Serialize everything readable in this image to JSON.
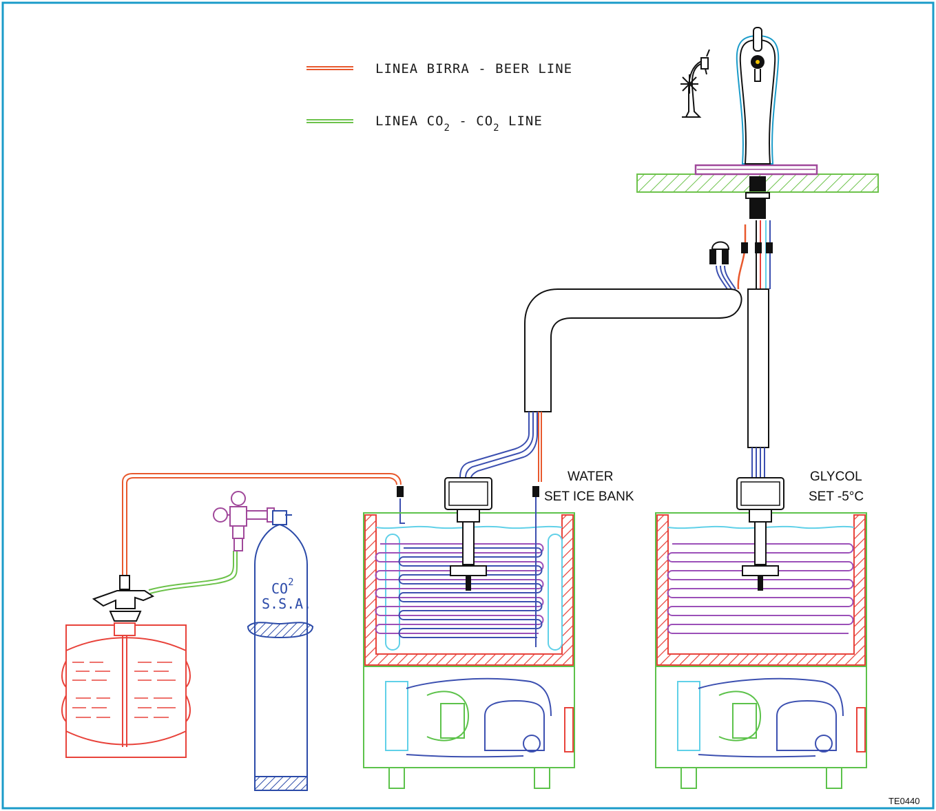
{
  "legend": {
    "beer_line": {
      "text": "LINEA BIRRA - BEER LINE",
      "color": "#e8582c"
    },
    "co2_line": {
      "prefix": "LINEA CO",
      "sub1": "2",
      "middle": " - CO",
      "sub2": "2",
      "suffix": " LINE",
      "color": "#6cc24a"
    }
  },
  "cylinder": {
    "line1": "CO",
    "sup": "2",
    "line2": "S.S.A."
  },
  "cooler_water": {
    "line1": "WATER",
    "line2": "SET ICE BANK"
  },
  "cooler_glycol": {
    "line1": "GLYCOL",
    "line2": "SET -5°C"
  },
  "drawing_code": "TE0440",
  "colors": {
    "frame": "#1a9bc9",
    "beer": "#e8582c",
    "co2": "#6cc24a",
    "keg": "#e8423a",
    "cylinder": "#2b4aa8",
    "coil_blue": "#3b4fb0",
    "coil_purple": "#9b4fb8",
    "water": "#5fd0e8",
    "regulator": "#a0489a",
    "cooler_green": "#5cc24a",
    "hatch_red": "#e8423a"
  }
}
